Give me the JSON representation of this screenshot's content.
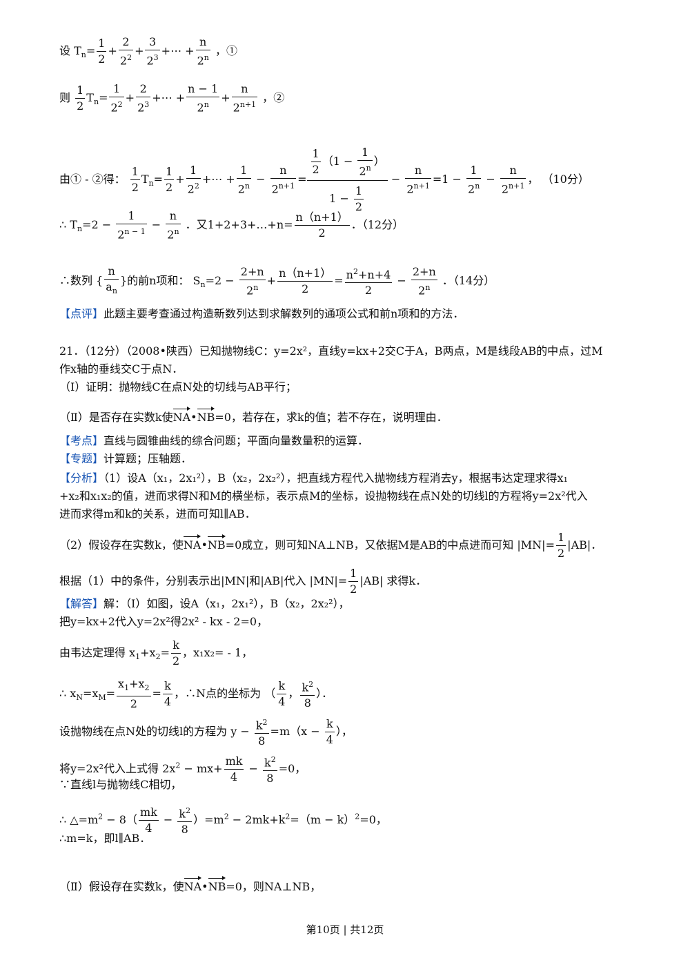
{
  "lines": {
    "l1_prefix": "设",
    "l1_circ": "，①",
    "l2_prefix": "则",
    "l2_circ": "，②",
    "l3_prefix": "由① - ②得：",
    "l3_score": "（10分）",
    "l4_prefix": "∴",
    "l4_mid": "．又1+2+3+…+n=",
    "l4_score": "．（12分）",
    "l5_prefix": "∴数列",
    "l5_mid": "的前n项和：",
    "l5_score": "．（14分）",
    "comment_tag": "【点评】",
    "comment_text": "此题主要考查通过构造新数列达到求解数列的通项公式和前n项和的方法．",
    "q21_line1": "21．（12分）（2008•陕西）已知抛物线C：y=2x²，直线y=kx+2交C于A，B两点，M是线段AB的中点，过M",
    "q21_line2": "作x轴的垂线交C于点N．",
    "q21_part1": "（Ⅰ）证明：抛物线C在点N处的切线与AB平行；",
    "q21_part2_a": "（Ⅱ）是否存在实数k使",
    "q21_part2_b": "=0，若存在，求k的值；若不存在，说明理由．",
    "kaodian_tag": "【考点】",
    "kaodian_text": "直线与圆锥曲线的综合问题；平面向量数量积的运算．",
    "zhuanti_tag": "【专题】",
    "zhuanti_text": "计算题；压轴题．",
    "fenxi_tag": "【分析】",
    "fenxi_1": "（1）设A（x₁，2x₁²），B（x₂，2x₂²），把直线方程代入抛物线方程消去y，根据韦达定理求得x₁",
    "fenxi_2": "+x₂和x₁x₂的值，进而求得N和M的横坐标，表示点M的坐标，设抛物线在点N处的切线l的方程将y=2x²代入",
    "fenxi_3": "进而求得m和k的关系，进而可知l∥AB．",
    "fenxi_4a": "（2）假设存在实数k，使",
    "fenxi_4b": "=0成立，则可知NA⊥NB，又依据M是AB的中点进而可知",
    "fenxi_5a": "根据（1）中的条件，分别表示出|MN|和|AB|代入",
    "fenxi_5b": "求得k．",
    "jieda_tag": "【解答】",
    "jieda_1": "解：（Ⅰ）如图，设A（x₁，2x₁²），B（x₂，2x₂²），",
    "jieda_2": "把y=kx+2代入y=2x²得2x² - kx - 2=0，",
    "jieda_3a": "由韦达定理得",
    "jieda_3b": "，x₁x₂= - 1，",
    "jieda_4a": "∴",
    "jieda_4b": "，∴N点的坐标为",
    "jieda_5a": "设抛物线在点N处的切线l的方程为",
    "jieda_6a": "将y=2x²代入上式得",
    "jieda_7": "∵直线l与抛物线C相切，",
    "jieda_8a": "∴",
    "jieda_9": "∴m=k，即l∥AB．",
    "jieda_10a": "（Ⅱ）假设存在实数k，使",
    "jieda_10b": "=0，则NA⊥NB，"
  },
  "footer": "第10页 | 共12页"
}
